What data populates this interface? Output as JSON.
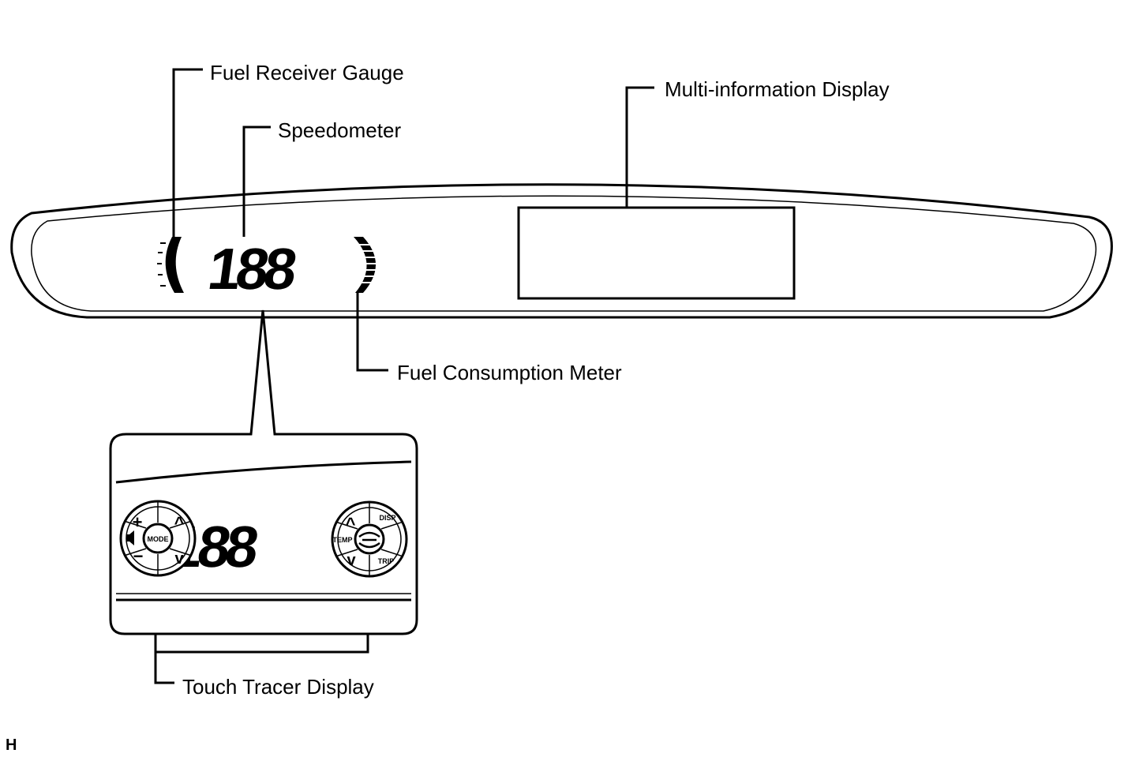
{
  "labels": {
    "fuel_receiver_gauge": "Fuel Receiver Gauge",
    "speedometer": "Speedometer",
    "multi_information_display": "Multi-information Display",
    "fuel_consumption_meter": "Fuel Consumption Meter",
    "touch_tracer_display": "Touch Tracer Display"
  },
  "speedometer_digits": "188",
  "touch_tracer_digits": "188",
  "left_switch": {
    "plus": "+",
    "minus": "−",
    "mode": "MODE",
    "up": "^",
    "down": "v"
  },
  "right_switch": {
    "disp": "DISP",
    "temp": "TEMP",
    "trip": "TRIP",
    "up": "^",
    "down": "v"
  },
  "corner_mark": "H"
}
